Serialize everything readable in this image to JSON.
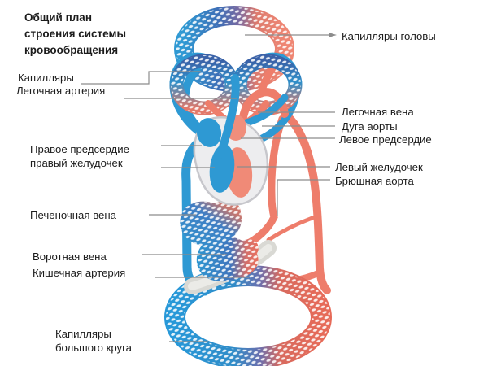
{
  "title": {
    "line1": "Общий план",
    "line2": "строения системы",
    "line3": "кровообращения"
  },
  "labels": {
    "capillaries": "Капилляры",
    "pulmonary_artery": "Легочная артерия",
    "head_capillaries": "Капилляры головы",
    "pulmonary_vein": "Легочная вена",
    "aortic_arch": "Дуга аорты",
    "left_atrium": "Левое предсердие",
    "right_atrium": "Правое предсердие",
    "right_ventricle": "правый желудочек",
    "left_ventricle": "Левый желудочек",
    "abdominal_aorta": "Брюшная аорта",
    "hepatic_vein": "Печеночная вена",
    "portal_vein": "Воротная вена",
    "intestinal_artery": "Кишечная артерия",
    "systemic_capillaries_line1": "Капилляры",
    "systemic_capillaries_line2": "большого круга"
  },
  "colors": {
    "vein_blue": "#2e99d3",
    "artery_red": "#ee7d6b",
    "mesh_dark_blue": "#3e6eb6",
    "heart_outline_gray": "#c7c7cc",
    "intestine_gray": "#d9d9d4",
    "leader_line_gray": "#8c8c8c",
    "background": "#ffffff"
  }
}
